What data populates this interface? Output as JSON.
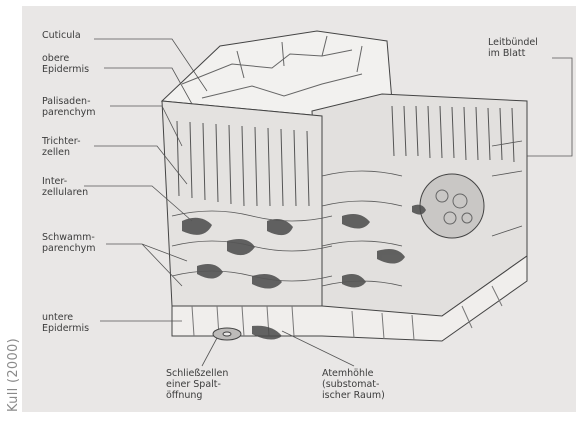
{
  "credit": "Kull (2000)",
  "labels": {
    "cuticula": "Cuticula",
    "obere_epidermis": "obere\nEpidermis",
    "palisadenparenchym": "Palisaden-\nparenchym",
    "trichterzellen": "Trichter-\nzellen",
    "interzellularen": "Inter-\nzellularen",
    "schwammparenchym": "Schwamm-\nparenchym",
    "untere_epidermis": "untere\nEpidermis",
    "schliesszellen": "Schließzellen\neiner Spalt-\nöffnung",
    "atemhoehle": "Atemhöhle\n(substomat-\nischer Raum)",
    "leitbuendel": "Leitbündel\nim Blatt"
  },
  "colors": {
    "panel": "#e9e7e6",
    "ink": "#3c3c3c",
    "dark_cells": "#4a4a4a",
    "credit": "#8a8a8a"
  }
}
